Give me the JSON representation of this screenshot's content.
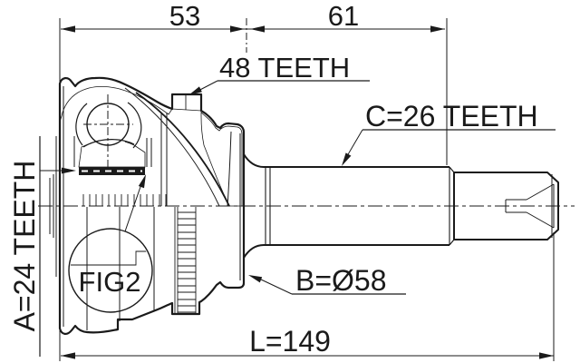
{
  "drawing": {
    "dimensions": {
      "segment_left": "53",
      "segment_right": "61",
      "overall_length": "L=149"
    },
    "callouts": {
      "abs_ring_teeth": "48 TEETH",
      "shaft_spline_teeth": "C=26 TEETH",
      "inner_spline_teeth": "A=24 TEETH",
      "body_diameter": "B=Ø58"
    },
    "detail_label": "FIG2",
    "colors": {
      "ink": "#1a1a1a",
      "paper": "#ffffff"
    }
  }
}
